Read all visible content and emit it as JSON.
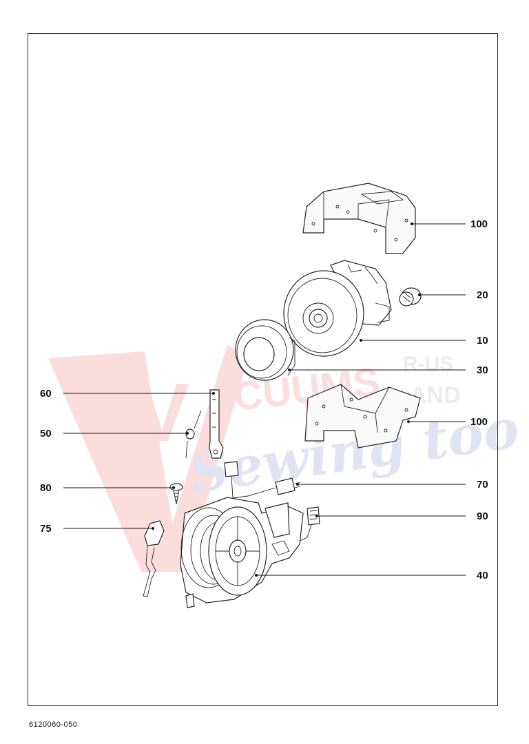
{
  "drawing_number": "6120060-050",
  "watermark": {
    "letter_v": "V",
    "word_main": "ACUUMS",
    "word_ru": "R-US",
    "word_and": "AND",
    "word_script": "Sewing too",
    "color_red": "#e8262d",
    "color_blue": "#3b4fa8"
  },
  "parts": [
    {
      "id": "100a",
      "label": "100",
      "icon": "foam-cover-top-icon"
    },
    {
      "id": "20",
      "label": "20",
      "icon": "motor-coupling-icon"
    },
    {
      "id": "10",
      "label": "10",
      "icon": "motor-icon"
    },
    {
      "id": "30",
      "label": "30",
      "icon": "motor-gasket-ring-icon"
    },
    {
      "id": "60",
      "label": "60",
      "icon": "contact-bracket-icon"
    },
    {
      "id": "100b",
      "label": "100",
      "icon": "foam-cradle-bottom-icon"
    },
    {
      "id": "50",
      "label": "50",
      "icon": "spring-clip-icon"
    },
    {
      "id": "80",
      "label": "80",
      "icon": "screw-icon"
    },
    {
      "id": "70",
      "label": "70",
      "icon": "connector-plug-icon"
    },
    {
      "id": "75",
      "label": "75",
      "icon": "brake-lever-icon"
    },
    {
      "id": "90",
      "label": "90",
      "icon": "terminal-block-icon"
    },
    {
      "id": "40",
      "label": "40",
      "icon": "cord-reel-icon"
    }
  ]
}
